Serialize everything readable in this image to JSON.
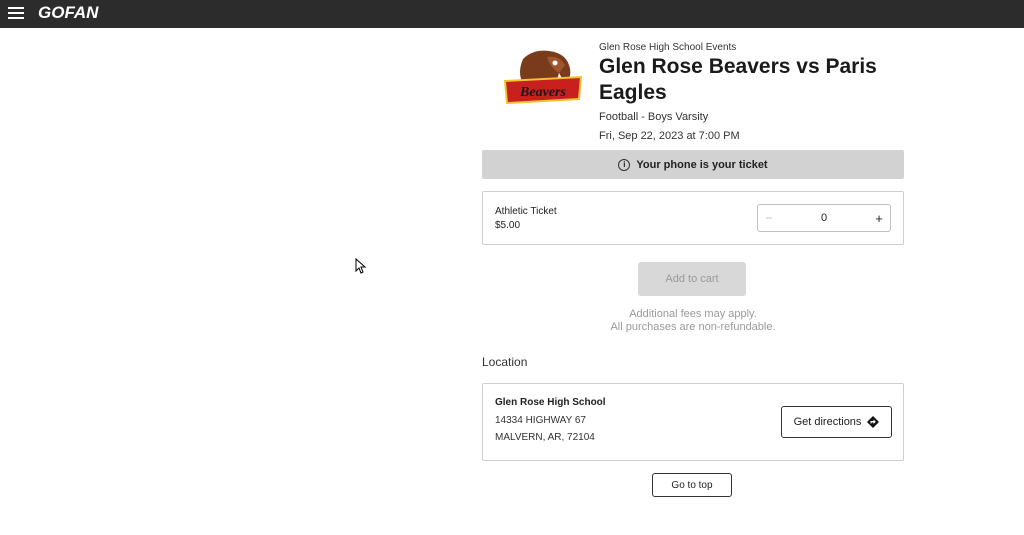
{
  "header": {
    "menu_icon": "hamburger-menu-icon",
    "logo_text": "GOFAN"
  },
  "event": {
    "logo_icon": "beavers-mascot-logo",
    "logo_text": "Beavers",
    "organization": "Glen Rose High School Events",
    "title": "Glen Rose Beavers vs Paris Eagles",
    "sport": "Football - Boys Varsity",
    "datetime": "Fri, Sep 22, 2023 at 7:00 PM"
  },
  "notice": {
    "icon": "info-icon",
    "text": "Your phone is your ticket"
  },
  "ticket": {
    "name": "Athletic Ticket",
    "price": "$5.00",
    "quantity": "0",
    "minus": "−",
    "plus": "+"
  },
  "cart": {
    "add_label": "Add to cart",
    "fees_line1": "Additional fees may apply.",
    "fees_line2": "All purchases are non-refundable."
  },
  "location": {
    "heading": "Location",
    "venue": "Glen Rose High School",
    "address1": "14334 HIGHWAY 67",
    "address2": "MALVERN, AR, 72104",
    "directions_label": "Get directions",
    "directions_icon": "directions-diamond-icon"
  },
  "footer": {
    "go_top_label": "Go to top"
  },
  "colors": {
    "topbar": "#2c2c2c",
    "notice_bg": "#d2d2d2",
    "logo_red": "#c8201e"
  }
}
